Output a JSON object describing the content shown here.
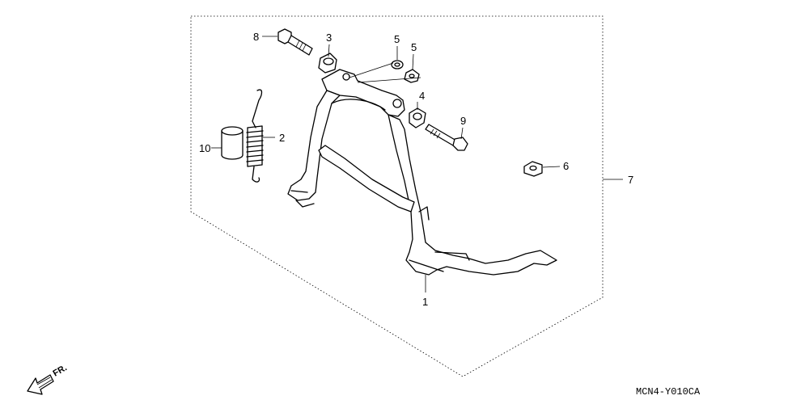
{
  "diagram": {
    "callouts": {
      "c1": "1",
      "c2": "2",
      "c3": "3",
      "c4": "4",
      "c5a": "5",
      "c5b": "5",
      "c6": "6",
      "c7": "7",
      "c8": "8",
      "c9": "9",
      "c10": "10"
    },
    "direction_label": "FR.",
    "drawing_code": "MCN4-Y010CA"
  }
}
